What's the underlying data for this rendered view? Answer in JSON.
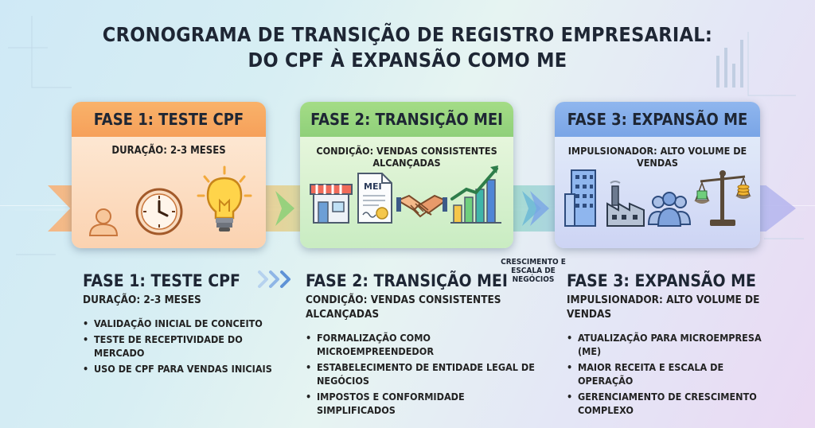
{
  "title_line1": "CRONOGRAMA DE TRANSIÇÃO DE REGISTRO EMPRESARIAL:",
  "title_line2": "DO CPF À EXPANSÃO COMO ME",
  "cards": [
    {
      "header": "FASE 1: TESTE CPF",
      "subtitle": "DURAÇÃO: 2-3 MESES",
      "icons": [
        "person-icon",
        "clock-icon",
        "lightbulb-icon"
      ],
      "color": "#f6a05a"
    },
    {
      "header": "FASE 2: TRANSIÇÃO MEI",
      "subtitle": "CONDIÇÃO: VENDAS CONSISTENTES ALCANÇADAS",
      "icons": [
        "storefront-icon",
        "mei-document-icon",
        "handshake-icon",
        "growth-chart-icon"
      ],
      "color": "#8fd07a"
    },
    {
      "header": "FASE 3: EXPANSÃO ME",
      "subtitle": "IMPULSIONADOR: ALTO VOLUME DE VENDAS",
      "icons": [
        "office-building-icon",
        "factory-icon",
        "team-icon",
        "balance-scale-icon"
      ],
      "color": "#7aa5e6"
    }
  ],
  "mei_doc_label": "MEI",
  "floating_label": "CRESCIMENTO E ESCALA DE NEGÓCIOS",
  "sections": [
    {
      "title": "FASE 1: TESTE CPF",
      "condition": "DURAÇÃO: 2-3 MESES",
      "bullets": [
        "VALIDAÇÃO INICIAL DE CONCEITO",
        "TESTE DE RECEPTIVIDADE DO MERCADO",
        "USO DE CPF PARA VENDAS INICIAIS"
      ]
    },
    {
      "title": "FASE 2: TRANSIÇÃO MEI",
      "condition": "CONDIÇÃO: VENDAS CONSISTENTES ALCANÇADAS",
      "bullets": [
        "FORMALIZAÇÃO COMO MICROEMPREENDEDOR",
        "ESTABELECIMENTO DE ENTIDADE LEGAL DE NEGÓCIOS",
        "IMPOSTOS E CONFORMIDADE SIMPLIFICADOS"
      ]
    },
    {
      "title": "FASE 3: EXPANSÃO ME",
      "condition": "IMPULSIONADOR: ALTO VOLUME DE VENDAS",
      "bullets": [
        "ATUALIZAÇÃO PARA MICROEMPRESA (ME)",
        "MAIOR RECEITA E ESCALA DE OPERAÇÃO",
        "GERENCIAMENTO DE CRESCIMENTO COMPLEXO"
      ]
    }
  ]
}
